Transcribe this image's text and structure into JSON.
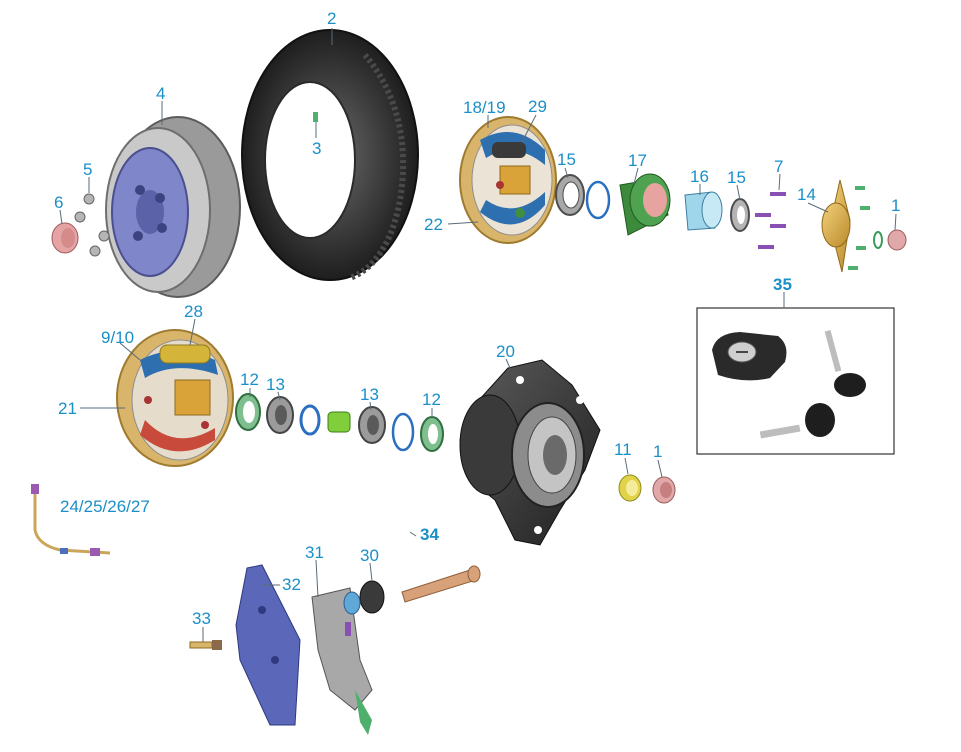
{
  "diagram": {
    "labels": {
      "p1a": "1",
      "p1b": "1",
      "p2": "2",
      "p3": "3",
      "p4": "4",
      "p5": "5",
      "p6": "6",
      "p7": "7",
      "p9_10": "9/10",
      "p11": "11",
      "p12a": "12",
      "p12b": "12",
      "p13a": "13",
      "p13b": "13",
      "p14": "14",
      "p15a": "15",
      "p15b": "15",
      "p16": "16",
      "p17": "17",
      "p18_19": "18/19",
      "p20": "20",
      "p21": "21",
      "p22": "22",
      "p24_27": "24/25/26/27",
      "p28": "28",
      "p29": "29",
      "p30": "30",
      "p31": "31",
      "p32": "32",
      "p33": "33",
      "p34": "34",
      "p35": "35"
    }
  }
}
